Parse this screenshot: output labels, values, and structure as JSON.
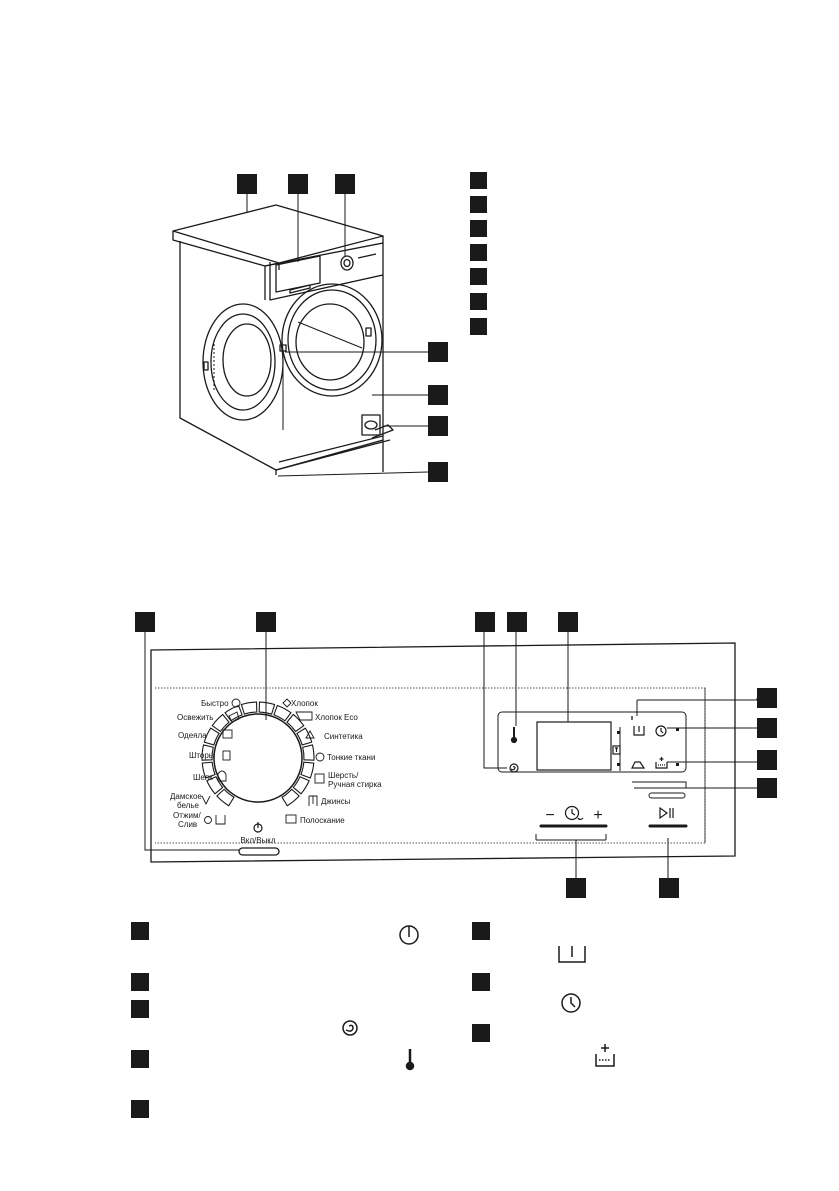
{
  "panel": {
    "programmes": {
      "bystro": "Быстро",
      "osvezhit": "Освежить",
      "odeyala": "Одеяла",
      "shtory": "Шторы",
      "shelk": "Шелк",
      "damskoe_1": "Дамское",
      "damskoe_2": "белье",
      "otzhim_1": "Отжим/",
      "otzhim_2": "Слив",
      "khlopok": "Хлопок",
      "khlopok_eco": "Хлопок Eco",
      "sintetika": "Синтетика",
      "tonkie": "Тонкие ткани",
      "sherst_1": "Шерсть/",
      "sherst_2": "Ручная стирка",
      "dzhinsy": "Джинсы",
      "poloskanie": "Полоскание"
    },
    "power_label": "Вкл/Выкл",
    "minus": "−",
    "plus": "+"
  },
  "icons": {
    "power": "power-icon",
    "spin": "spin-icon",
    "temperature": "thermometer-icon",
    "prewash": "prewash-tub-icon",
    "delay": "delay-clock-icon",
    "extra_rinse": "extra-rinse-icon",
    "start_pause": "start-pause-icon",
    "time": "time-manager-icon",
    "ironing": "easy-iron-icon"
  }
}
